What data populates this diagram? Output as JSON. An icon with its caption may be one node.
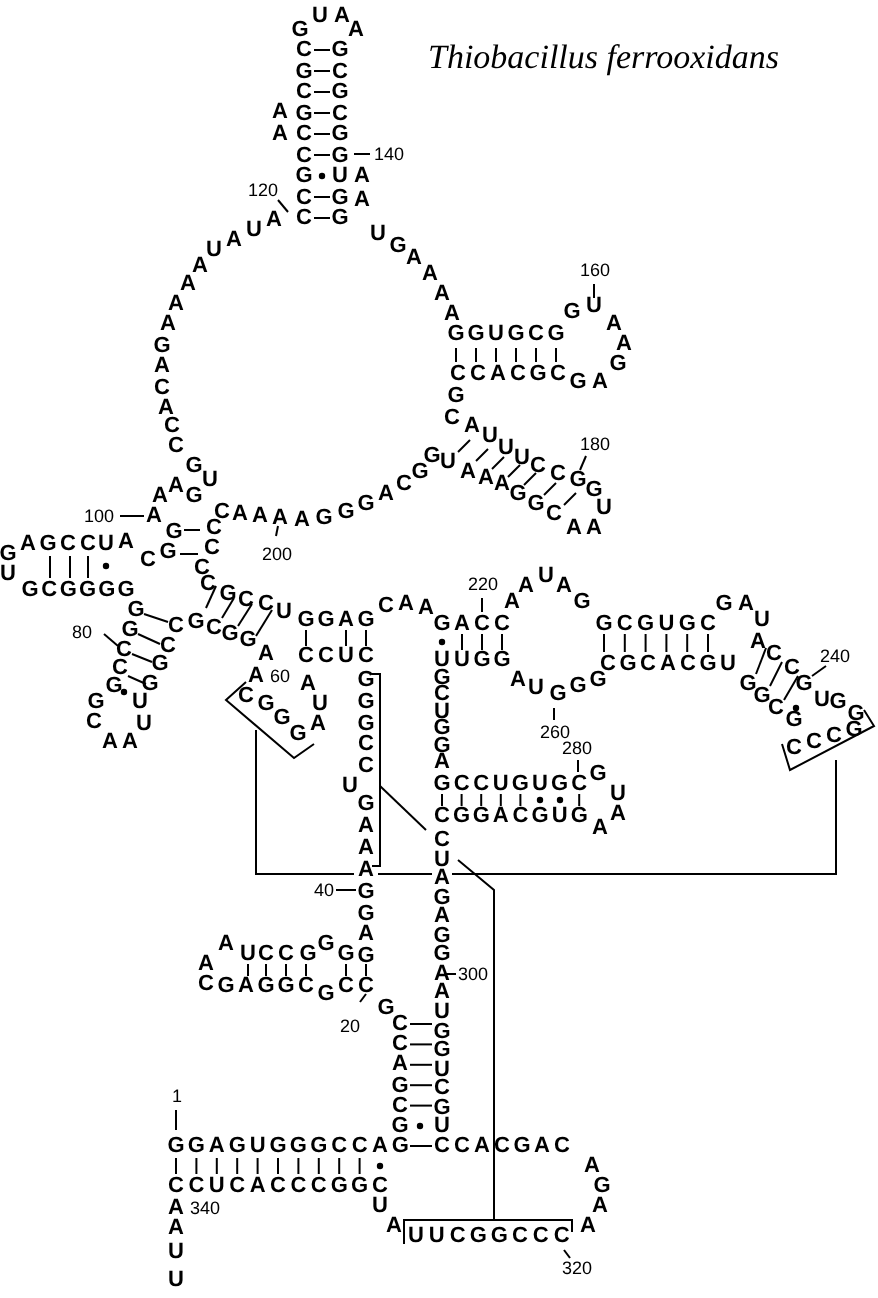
{
  "diagram": {
    "title": "Thiobacillus ferrooxidans",
    "labels": [
      "GUAA",
      "CGCGCCGCC",
      "GCGCGGUGG",
      "AA",
      "140",
      "AA",
      "120",
      "UGAAAA",
      "UAUA",
      "AAAAGACACCGU",
      "160",
      "GGUGCG",
      "GUAAG",
      "GA",
      "CCACGC",
      "GCAUUUCCGGU",
      "180",
      "GUAAAGGCAA",
      "AAG",
      "CAAAAGGGACG",
      "100",
      "AG",
      "CCC",
      "200",
      "GAGCCUA",
      "CG",
      "U",
      "GCGGGG",
      "CGCCU",
      "GGAG",
      "CAA",
      "220",
      "GACC",
      "AAUAG",
      "GCGUGC",
      "GAU",
      "GCGGA",
      "GGCCGG",
      "CCUC",
      "UUGG",
      "CGCACGU",
      "ACCG",
      "240",
      "80",
      "CCGGUU",
      "CAA",
      "A",
      "60",
      "CGGG",
      "AUA",
      "GGGCC",
      "U",
      "GAAAGGAG",
      "GCUGGA",
      "AUGGG",
      "UGG",
      "GGCG",
      "CCCG",
      "260",
      "280",
      "GCCUGUGC",
      "GUA",
      "A",
      "CGGACGUG",
      "CUAGAGGAAUGGUCGU",
      "40",
      "AUCCGGG",
      "300",
      "AC",
      "GAGGCGCC",
      "20",
      "GCCAGCG",
      "1",
      "GGAGUGGGCCAG",
      "CCACGAC",
      "AGAA",
      "CCUCACCCGGC",
      "AAUU",
      "340",
      "U",
      "AUUCGGCCC",
      "320"
    ]
  }
}
